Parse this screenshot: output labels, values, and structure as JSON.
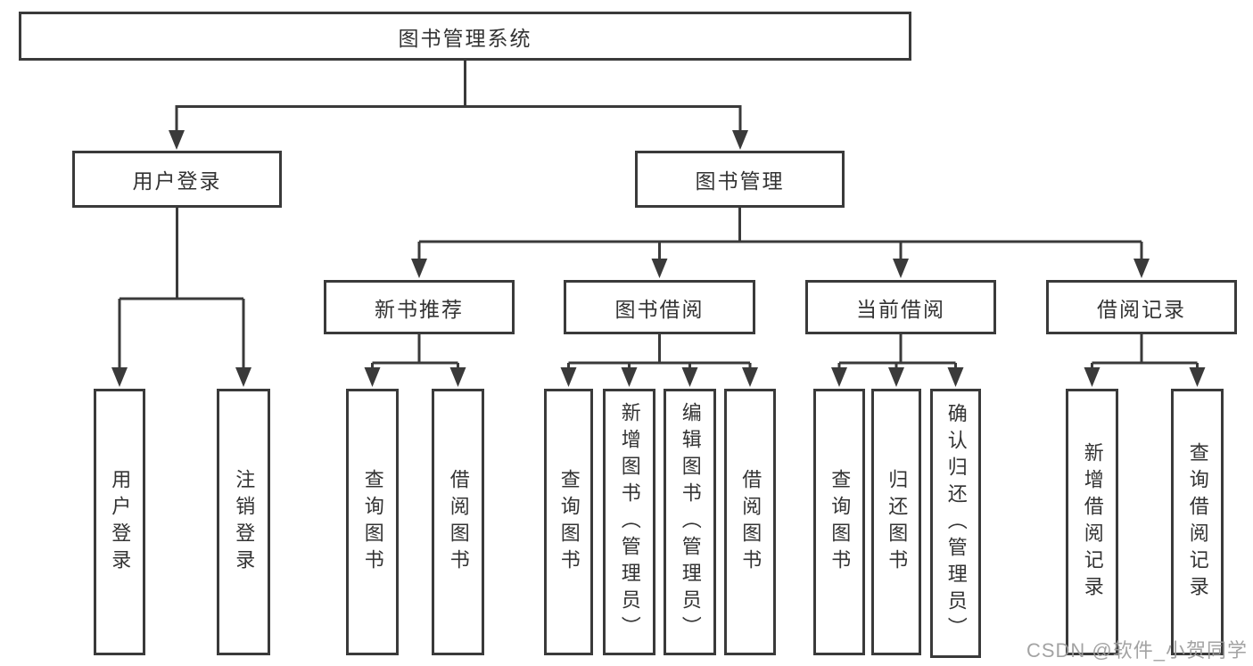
{
  "colors": {
    "line": "#3a3a3a",
    "text": "#333333",
    "background": "#ffffff",
    "watermark": "#9c9c9c"
  },
  "diagram": {
    "root": {
      "label": "图书管理系统"
    },
    "level2": [
      {
        "label": "用户登录"
      },
      {
        "label": "图书管理"
      }
    ],
    "level3": [
      {
        "label": "新书推荐"
      },
      {
        "label": "图书借阅"
      },
      {
        "label": "当前借阅"
      },
      {
        "label": "借阅记录"
      }
    ],
    "leaves": [
      {
        "label": "用户登录",
        "parent": "用户登录"
      },
      {
        "label": "注销登录",
        "parent": "用户登录"
      },
      {
        "label": "查询图书",
        "parent": "新书推荐"
      },
      {
        "label": "借阅图书",
        "parent": "新书推荐"
      },
      {
        "label": "查询图书",
        "parent": "图书借阅"
      },
      {
        "label": "新增图书（管理员）",
        "parent": "图书借阅"
      },
      {
        "label": "编辑图书（管理员）",
        "parent": "图书借阅"
      },
      {
        "label": "借阅图书",
        "parent": "图书借阅"
      },
      {
        "label": "查询图书",
        "parent": "当前借阅"
      },
      {
        "label": "归还图书",
        "parent": "当前借阅"
      },
      {
        "label": "确认归还（管理员）",
        "parent": "当前借阅"
      },
      {
        "label": "新增借阅记录",
        "parent": "借阅记录"
      },
      {
        "label": "查询借阅记录",
        "parent": "借阅记录"
      }
    ]
  },
  "watermark": {
    "text": "CSDN @软件_小贺同学"
  }
}
